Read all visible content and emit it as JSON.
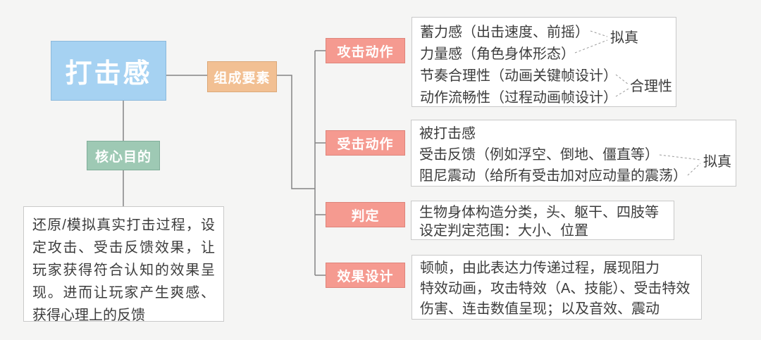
{
  "colors": {
    "bg": "#f5f5f4",
    "root": "#a6d2f2",
    "purpose": "#9ec9b4",
    "components": "#f2c093",
    "branch": "#f59a90",
    "line": "#848484",
    "boxBorder": "#c9c9c9",
    "text": "#3c3c3c"
  },
  "root": {
    "label": "打击感"
  },
  "purpose": {
    "label": "核心目的",
    "description": "还原/模拟真实打击过程，设定攻击、受击反馈效果，让玩家获得符合认知的效果呈现。进而让玩家产生爽感、获得心理上的反馈"
  },
  "components": {
    "label": "组成要素",
    "branches": [
      {
        "label": "攻击动作",
        "details": [
          "蓄力感（出击速度、前摇）",
          "力量感（角色身体形态）",
          "节奏合理性（动画关键帧设计）",
          "动作流畅性（过程动画帧设计）"
        ],
        "annotations": [
          "拟真",
          "合理性"
        ]
      },
      {
        "label": "受击动作",
        "details": [
          "被打击感",
          "受击反馈（例如浮空、倒地、僵直等）",
          "阻尼震动（给所有受击加对应动量的震荡）"
        ],
        "annotations": [
          "拟真"
        ]
      },
      {
        "label": "判定",
        "details": [
          "生物身体构造分类，头、躯干、四肢等",
          "设定判定范围：大小、位置"
        ],
        "annotations": []
      },
      {
        "label": "效果设计",
        "details": [
          "顿帧，由此表达力传递过程，展现阻力",
          "特效动画，攻击特效（A、技能）、受击特效",
          "伤害、连击数值呈现；以及音效、震动"
        ],
        "annotations": []
      }
    ]
  }
}
